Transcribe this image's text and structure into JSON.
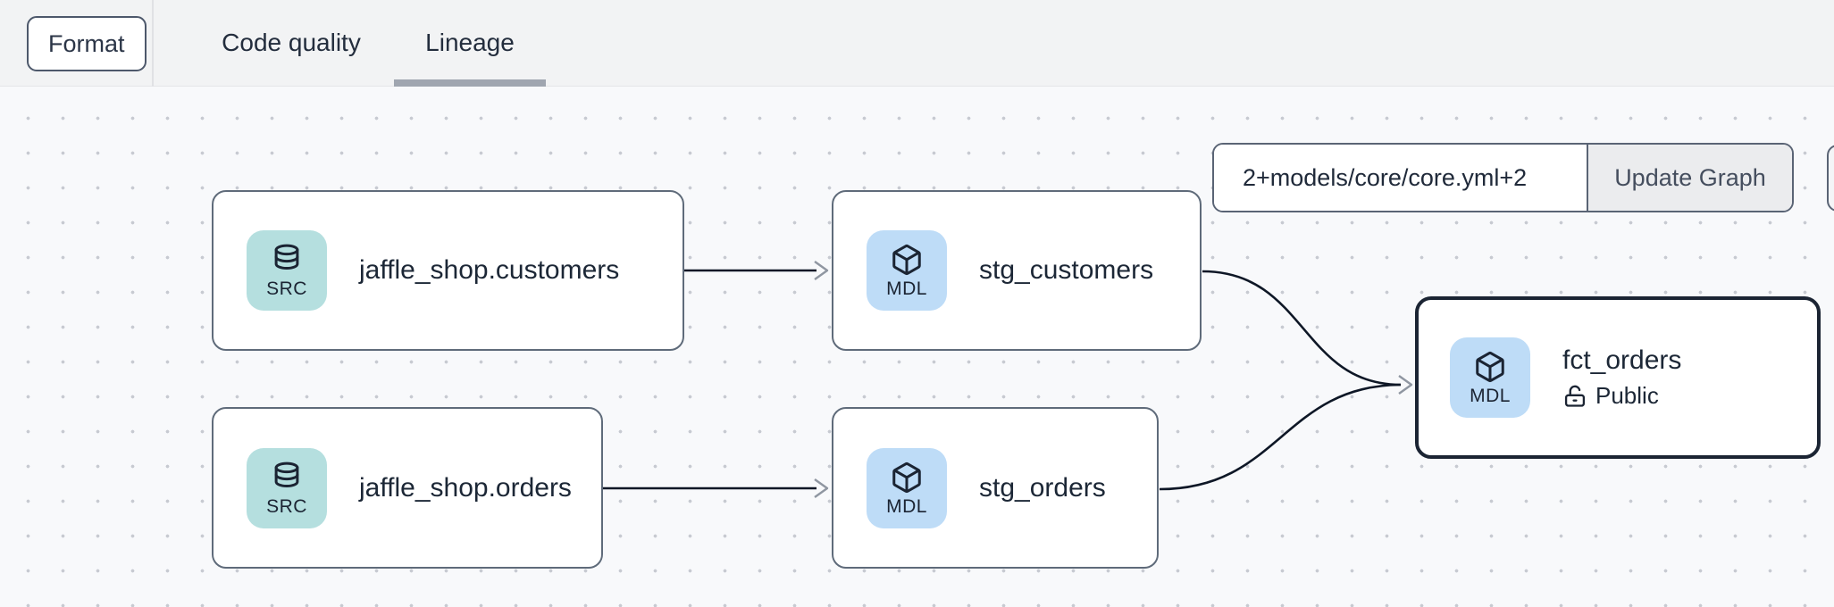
{
  "toolbar": {
    "format_button": "Format",
    "tabs": [
      {
        "label": "Code quality",
        "active": false
      },
      {
        "label": "Lineage",
        "active": true
      }
    ]
  },
  "graph_controls": {
    "selector_value": "2+models/core/core.yml+2",
    "update_button": "Update Graph"
  },
  "lineage": {
    "nodes": [
      {
        "label": "jaffle_shop.customers",
        "badge": "SRC",
        "icon": "database",
        "type": "source",
        "selected": false
      },
      {
        "label": "stg_customers",
        "badge": "MDL",
        "icon": "cube",
        "type": "model",
        "selected": false
      },
      {
        "label": "jaffle_shop.orders",
        "badge": "SRC",
        "icon": "database",
        "type": "source",
        "selected": false
      },
      {
        "label": "stg_orders",
        "badge": "MDL",
        "icon": "cube",
        "type": "model",
        "selected": false
      },
      {
        "label": "fct_orders",
        "badge": "MDL",
        "icon": "cube",
        "type": "model",
        "access": "Public",
        "selected": true
      }
    ],
    "edges": [
      {
        "from": "jaffle_shop.customers",
        "to": "stg_customers"
      },
      {
        "from": "jaffle_shop.orders",
        "to": "stg_orders"
      },
      {
        "from": "stg_customers",
        "to": "fct_orders"
      },
      {
        "from": "stg_orders",
        "to": "fct_orders"
      }
    ]
  },
  "colors": {
    "source_badge_bg": "#b5dfdf",
    "model_badge_bg": "#bedcf7",
    "node_border": "#5f6b7a",
    "selected_node_border": "#1b2433",
    "edge_stroke": "#0e1726",
    "arrowhead": "#8f96a1",
    "tab_underline": "#a0a6b0",
    "topbar_bg": "#f2f3f4",
    "canvas_bg": "#f8f9fb"
  }
}
